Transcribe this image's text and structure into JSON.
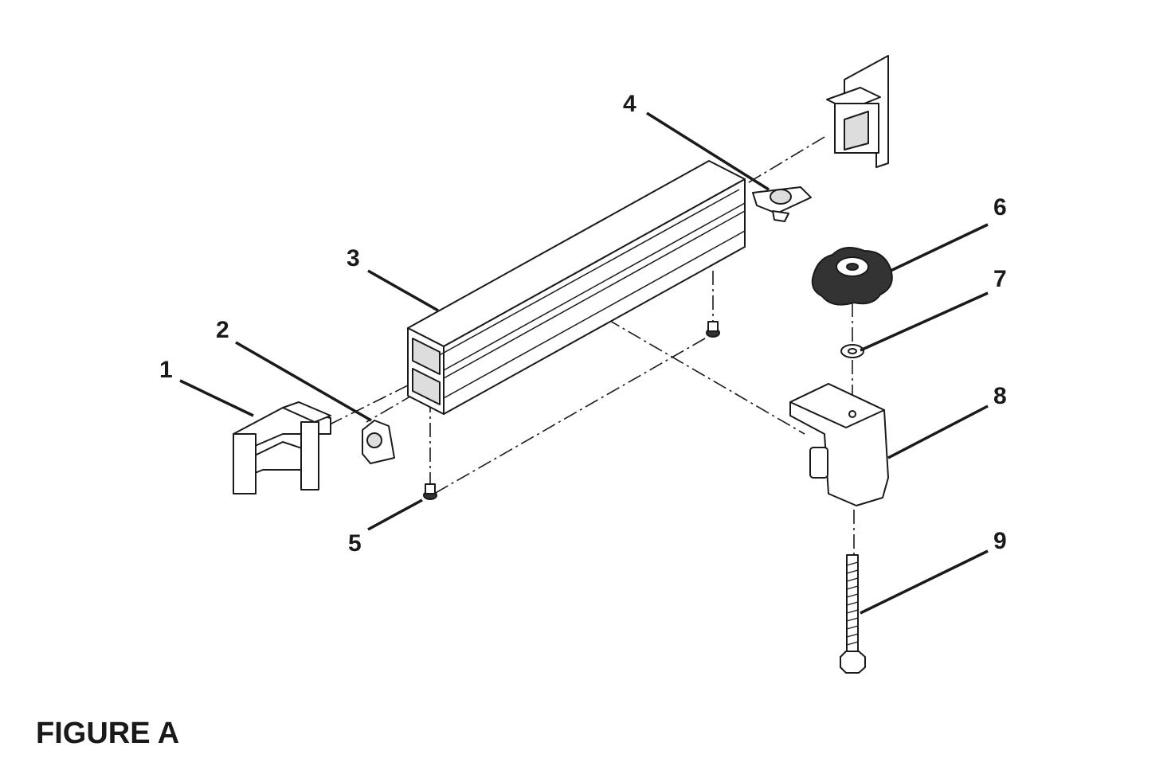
{
  "figure": {
    "title": "FIGURE A",
    "callouts": [
      {
        "number": "1",
        "part": "rear-bracket"
      },
      {
        "number": "2",
        "part": "end-cap-clip"
      },
      {
        "number": "3",
        "part": "fence-rail-extrusion"
      },
      {
        "number": "4",
        "part": "slide-plate"
      },
      {
        "number": "5",
        "part": "screw"
      },
      {
        "number": "6",
        "part": "star-knob"
      },
      {
        "number": "7",
        "part": "washer"
      },
      {
        "number": "8",
        "part": "clamp-housing"
      },
      {
        "number": "9",
        "part": "carriage-bolt"
      }
    ]
  }
}
